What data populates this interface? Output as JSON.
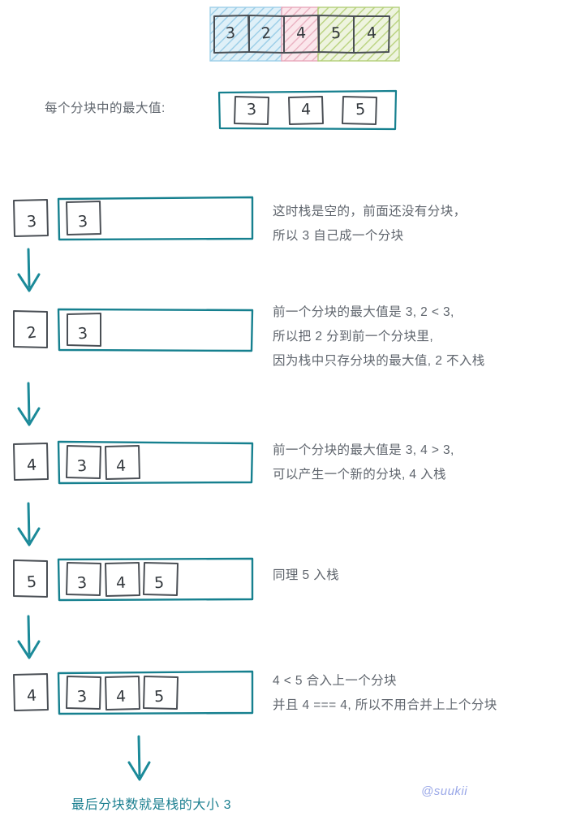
{
  "colors": {
    "teal": "#16808f",
    "ink": "#4a4f55",
    "text": "#5f656d",
    "blue_group": "#9ecfe8",
    "pink_group": "#e8a9bb",
    "green_group": "#b3cf7a",
    "watermark": "#9aa8e8"
  },
  "array_row": {
    "values": [
      "3",
      "2",
      "4",
      "5",
      "4"
    ],
    "groups": [
      {
        "name": "blue-group",
        "color": "#9ecfe8",
        "cells": [
          "3",
          "2"
        ]
      },
      {
        "name": "pink-group",
        "color": "#e8a9bb",
        "cells": [
          "4"
        ]
      },
      {
        "name": "green-group",
        "color": "#b3cf7a",
        "cells": [
          "5",
          "4"
        ]
      }
    ]
  },
  "max_row": {
    "label": "每个分块中的最大值:",
    "values": [
      "3",
      "4",
      "5"
    ]
  },
  "steps": [
    {
      "name": "step-1",
      "current": "3",
      "stack": [
        "3"
      ],
      "note": "这时栈是空的，前面还没有分块，\n所以 3 自己成一个分块"
    },
    {
      "name": "step-2",
      "current": "2",
      "stack": [
        "3"
      ],
      "note": "前一个分块的最大值是 3, 2 < 3,\n所以把 2 分到前一个分块里,\n因为栈中只存分块的最大值, 2 不入栈"
    },
    {
      "name": "step-3",
      "current": "4",
      "stack": [
        "3",
        "4"
      ],
      "note": "前一个分块的最大值是 3, 4 > 3,\n可以产生一个新的分块, 4 入栈"
    },
    {
      "name": "step-4",
      "current": "5",
      "stack": [
        "3",
        "4",
        "5"
      ],
      "note": "同理 5 入栈"
    },
    {
      "name": "step-5",
      "current": "4",
      "stack": [
        "3",
        "4",
        "5"
      ],
      "note": "4 < 5 合入上一个分块\n并且 4 === 4, 所以不用合并上上个分块"
    }
  ],
  "conclusion": "最后分块数就是栈的大小 3",
  "watermark": "@suukii"
}
